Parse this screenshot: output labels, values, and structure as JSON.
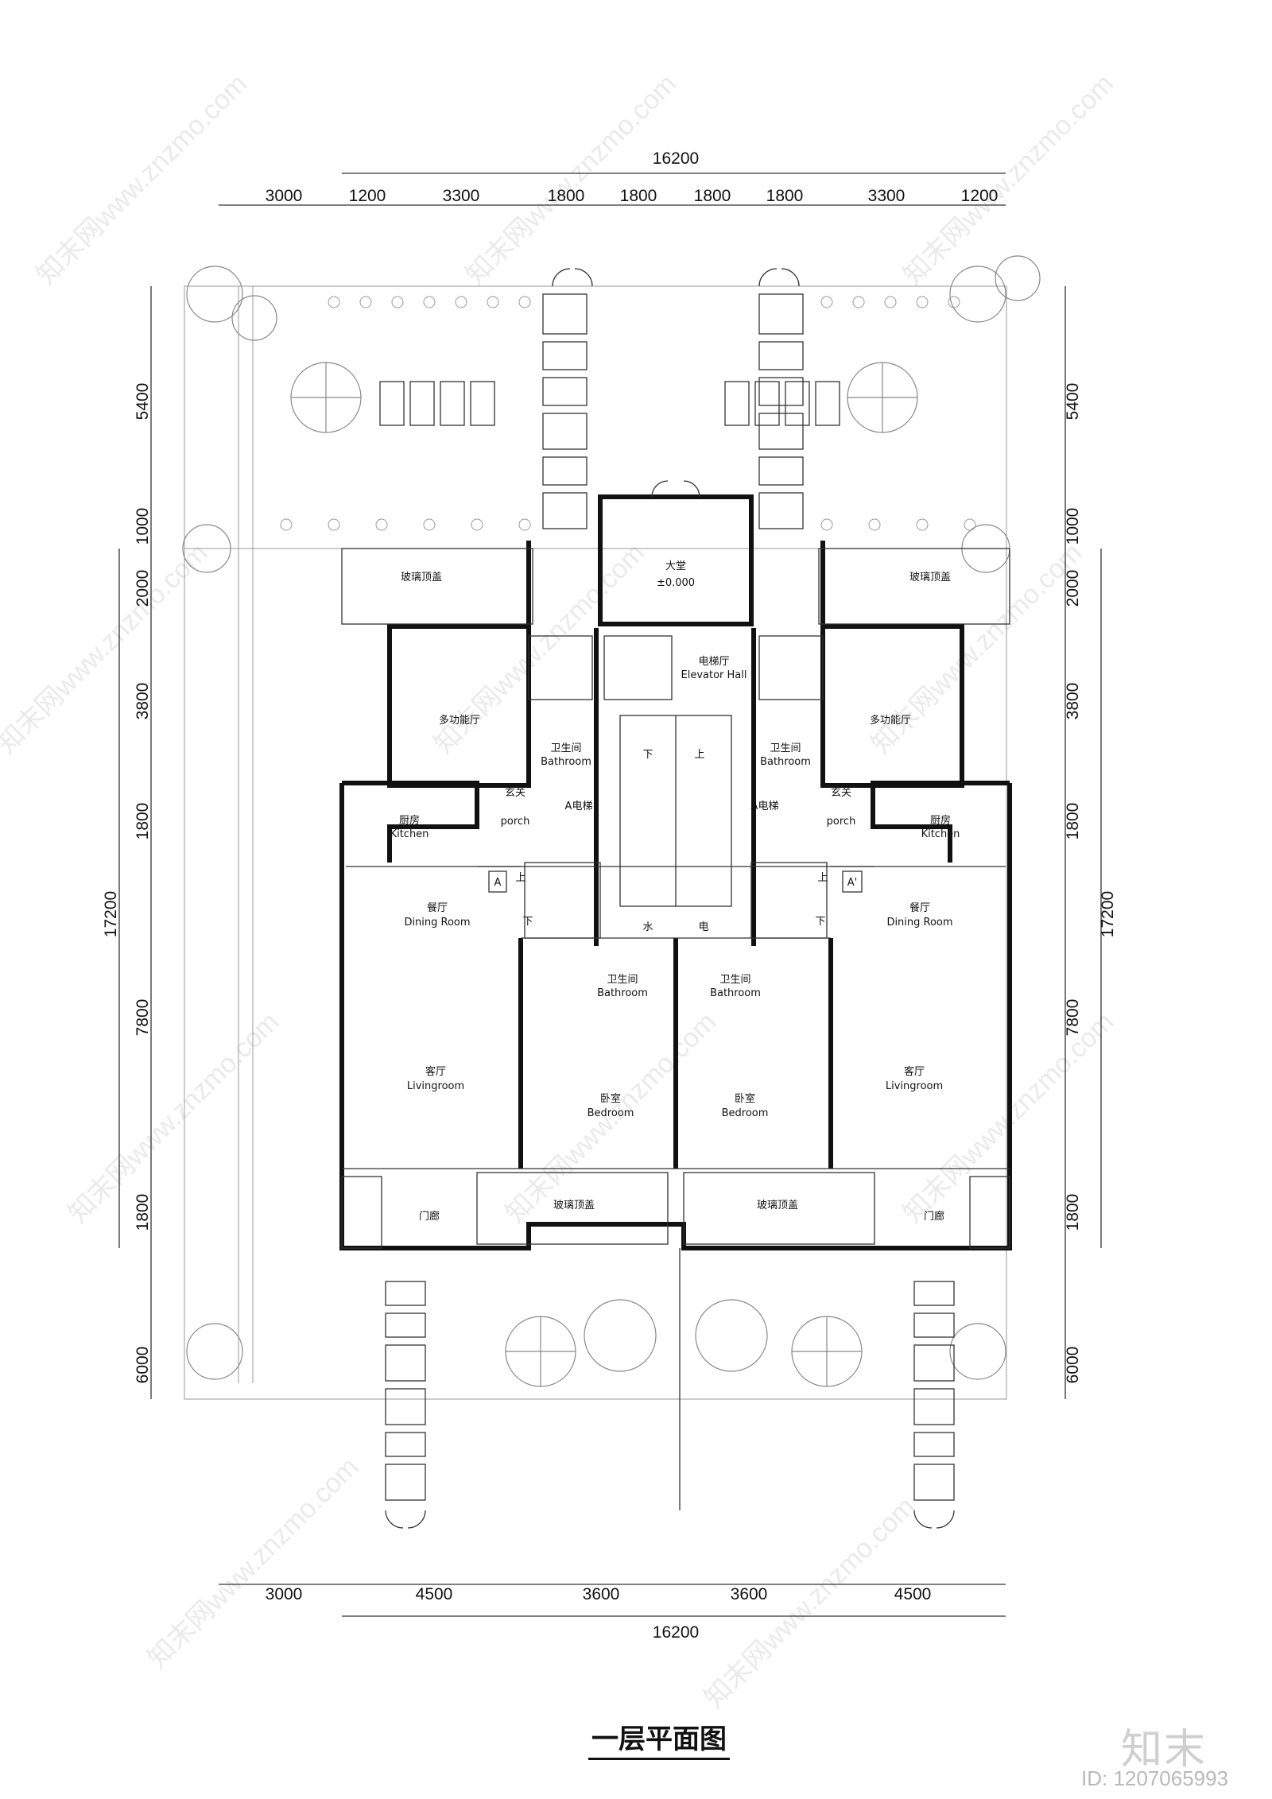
{
  "top_dims": {
    "total": "16200",
    "segments": [
      "3000",
      "1200",
      "3300",
      "1800",
      "1800",
      "1800",
      "1800",
      "3300",
      "1200"
    ]
  },
  "bottom_dims": {
    "total": "16200",
    "segments": [
      "3000",
      "4500",
      "3600",
      "3600",
      "4500"
    ]
  },
  "side_dims": {
    "total": "17200",
    "segments": [
      "5400",
      "1000",
      "2000",
      "3800",
      "1800",
      "7800",
      "1800",
      "6000"
    ]
  },
  "rooms": {
    "lobby": "大堂",
    "lobby_level": "±0.000",
    "elevator_hall_cn": "电梯厅",
    "elevator_hall_en": "Elevator Hall",
    "glass_canopy": "玻璃顶盖",
    "multi_room": "多功能厅",
    "bathroom_cn": "卫生间",
    "bathroom_en": "Bathroom",
    "kitchen_cn": "厨房",
    "kitchen_en": "Kitchen",
    "porch_cn": "玄关",
    "porch_en": "porch",
    "elevator": "A电梯",
    "dining_cn": "餐厅",
    "dining_en": "Dining Room",
    "living_cn": "客厅",
    "living_en": "Livingroom",
    "bedroom_cn": "卧室",
    "bedroom_en": "Bedroom",
    "portico": "门廊",
    "stair_up": "上",
    "stair_down": "下",
    "water": "水",
    "power": "电",
    "mark_a": "A",
    "mark_a2": "A'"
  },
  "title": "一层平面图",
  "logo": "知末",
  "id_tag": "ID: 1207065993",
  "watermark": "知末网www.znzmo.com"
}
